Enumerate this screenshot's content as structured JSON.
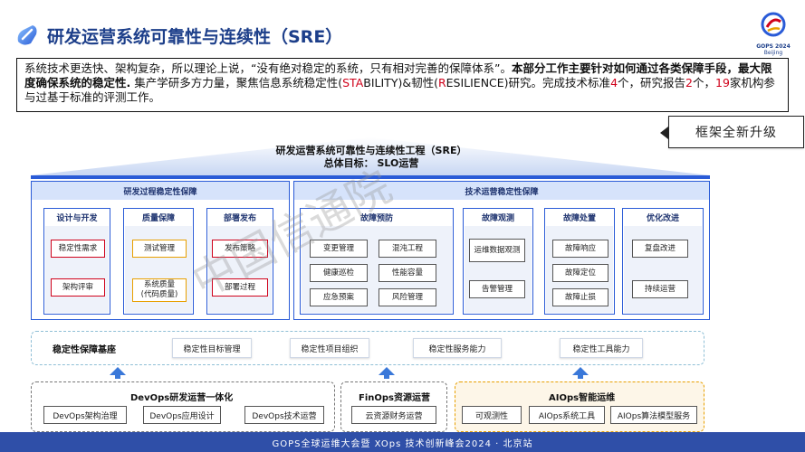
{
  "title": "研发运营系统可靠性与连续性（SRE）",
  "gops": {
    "line1": "GOPS 2024",
    "line2": "Beijing"
  },
  "intro": {
    "p1": "系统技术更迭快、架构复杂，所以理论上说，“没有绝对稳定的系统，只有相对完善的保障体系”。",
    "p2": "本部分工作主要针对如何通过各类保障手段，最大限度确保系统的稳定性.",
    "p3": " 集产学研多方力量，聚焦信息系统稳定性(",
    "sta": "STA",
    "p4": "BILITY)&韧性(",
    "r": "R",
    "p5": "ESILIENCE)研究。完成技术标准",
    "n1": "4",
    "p6": "个，研究报告",
    "n2": "2",
    "p7": "个，",
    "n3": "19",
    "p8": "家机构参与过基于标准的评测工作。"
  },
  "badge": "框架全新升级",
  "roof": {
    "line1": "研发运营系统可靠性与连续性工程（SRE）",
    "line2": "总体目标：  SLO运营"
  },
  "left_panel": {
    "title": "研发过程稳定性保障",
    "cols": [
      {
        "title": "设计与开发",
        "items": [
          "稳定性需求",
          "架构评审"
        ]
      },
      {
        "title": "质量保障",
        "items": [
          "测试管理",
          "系统质量\n(代码质量)"
        ]
      },
      {
        "title": "部署发布",
        "items": [
          "发布策略",
          "部署过程"
        ]
      }
    ]
  },
  "right_panel": {
    "title": "技术运营稳定性保障",
    "prevent": {
      "title": "故障预防",
      "items": [
        "变更管理",
        "混沌工程",
        "健康巡检",
        "性能容量",
        "应急预案",
        "风险管理"
      ]
    },
    "observe": {
      "title": "故障观测",
      "items": [
        "运维数据观测",
        "告警管理"
      ]
    },
    "handle": {
      "title": "故障处置",
      "items": [
        "故障响应",
        "故障定位",
        "故障止损"
      ]
    },
    "improve": {
      "title": "优化改进",
      "items": [
        "复盘改进",
        "持续运营"
      ]
    }
  },
  "base": {
    "label": "稳定性保障基座",
    "items": [
      "稳定性目标管理",
      "稳定性项目组织",
      "稳定性服务能力",
      "稳定性工具能力"
    ]
  },
  "groups": [
    {
      "title": "DevOps研发运营一体化",
      "items": [
        "DevOps架构治理",
        "DevOps应用设计",
        "DevOps技术运营"
      ]
    },
    {
      "title": "FinOps资源运营",
      "items": [
        "云资源财务运营"
      ]
    },
    {
      "title": "AIOps智能运维",
      "items": [
        "可观测性",
        "AIOps系统工具",
        "AIOps算法模型服务"
      ]
    }
  ],
  "watermark": "中国信通院",
  "footer": "GOPS全球运维大会暨 XOps 技术创新峰会2024 · 北京站",
  "colors": {
    "accent": "#2a5bd7",
    "red": "#d0021b",
    "orange": "#e8a000",
    "footer": "#2f4fa8"
  }
}
